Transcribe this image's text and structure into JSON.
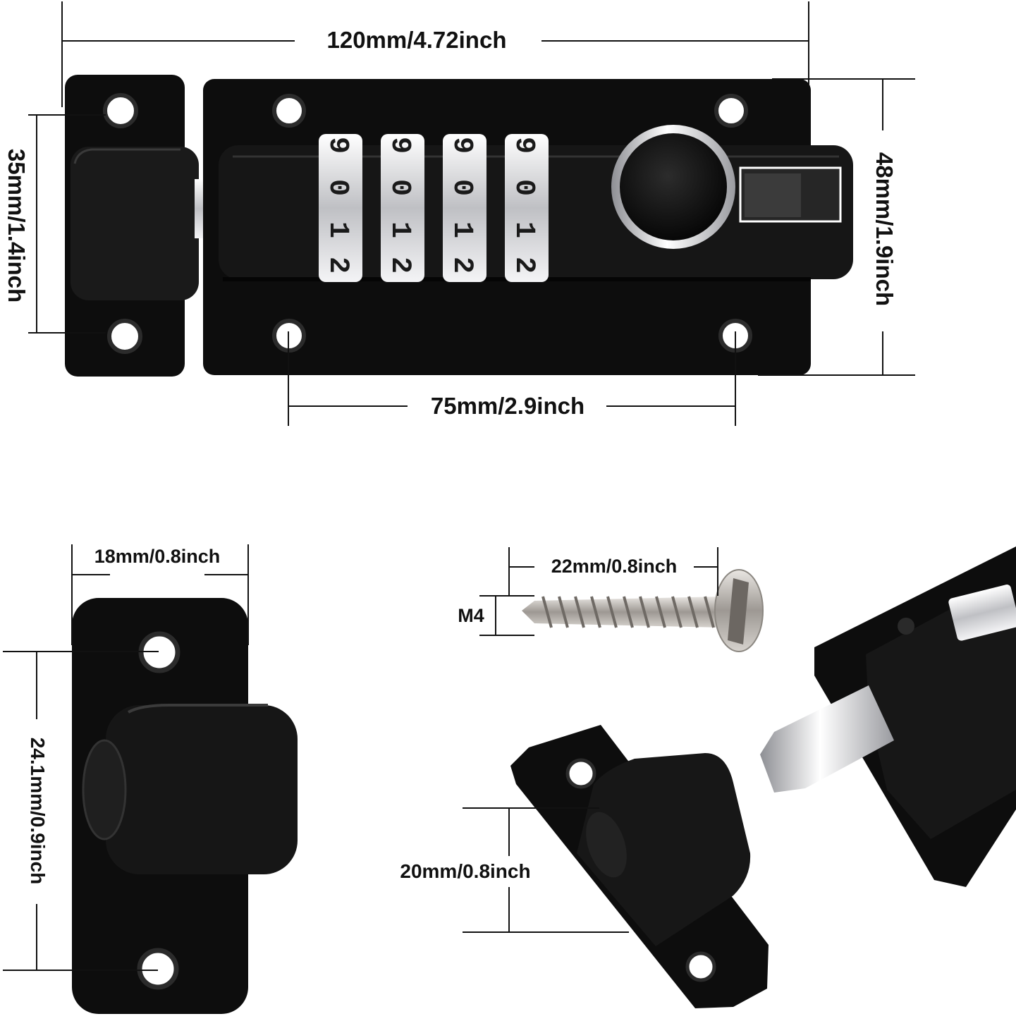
{
  "dimensions": {
    "overall_length": "120mm/4.72inch",
    "keeper_height": "35mm/1.4inch",
    "body_height": "48mm/1.9inch",
    "hole_spacing": "75mm/2.9inch",
    "keeper_width": "18mm/0.8inch",
    "keeper_length": "24.1mm/0.9inch",
    "screw_length": "22mm/0.8inch",
    "screw_size": "M4",
    "keeper_depth": "20mm/0.8inch"
  },
  "combination_wheels": [
    [
      "9",
      "0",
      "1",
      "2"
    ],
    [
      "9",
      "0",
      "1",
      "2"
    ],
    [
      "9",
      "0",
      "1",
      "2"
    ],
    [
      "9",
      "0",
      "1",
      "2"
    ]
  ],
  "colors": {
    "body": "#0d0d0d",
    "body_highlight": "#2a2a2a",
    "metal": "#d9d9dc",
    "line": "#111111"
  }
}
